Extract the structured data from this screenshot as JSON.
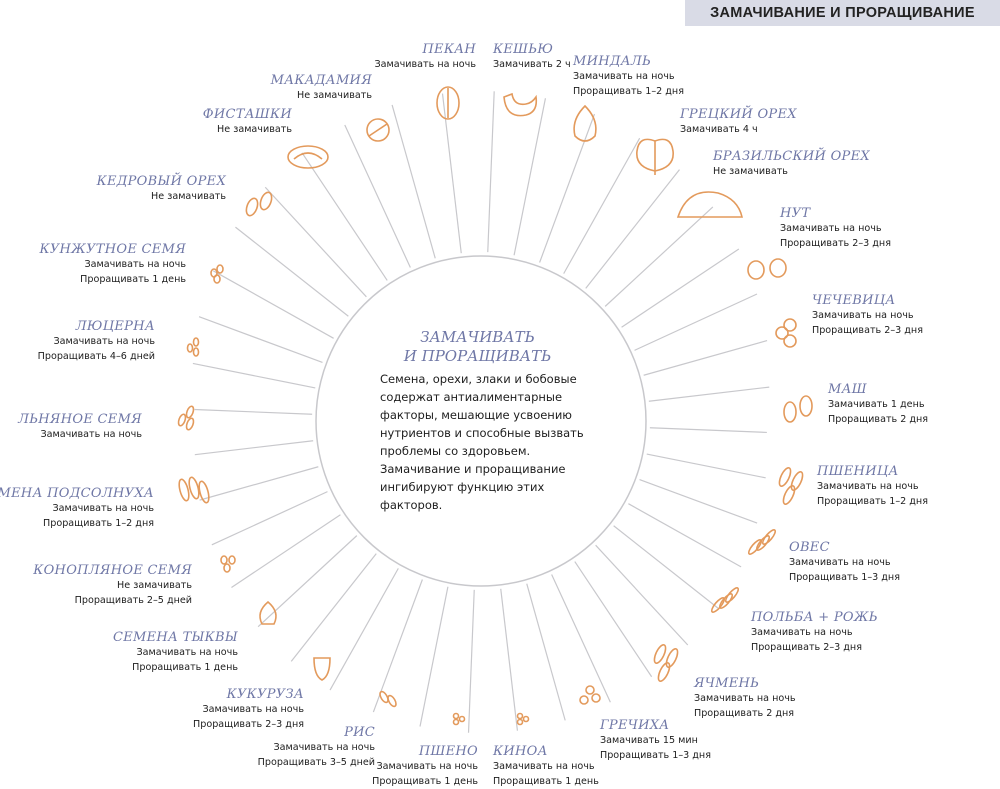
{
  "header": {
    "title": "ЗАМАЧИВАНИЕ И ПРОРАЩИВАНИЕ"
  },
  "center": {
    "title_line1": "ЗАМАЧИВАТЬ",
    "title_line2": "И ПРОРАЩИВАТЬ",
    "body": "Семена, орехи, злаки и бобовые содержат антиалиментарные факторы, мешающие усвоению нутриентов и способные вызвать проблемы со здоровьем. Замачивание и проращивание ингибируют функцию этих факторов."
  },
  "colors": {
    "title": "#6f77a6",
    "icon": "#e39a5c",
    "header_bg": "#d9dbe6",
    "spoke": "#c8c8cc"
  },
  "items": [
    {
      "name": "ПЕКАН",
      "lines": [
        "Замачивать на ночь"
      ],
      "icon": "pecan-icon"
    },
    {
      "name": "КЕШЬЮ",
      "lines": [
        "Замачивать 2 ч"
      ],
      "icon": "cashew-icon"
    },
    {
      "name": "МИНДАЛЬ",
      "lines": [
        "Замачивать на ночь",
        "Проращивать 1–2 дня"
      ],
      "icon": "almond-icon"
    },
    {
      "name": "ГРЕЦКИЙ ОРЕХ",
      "lines": [
        "Замачивать 4 ч"
      ],
      "icon": "walnut-icon"
    },
    {
      "name": "БРАЗИЛЬСКИЙ ОРЕХ",
      "lines": [
        "Не замачивать"
      ],
      "icon": "brazil-nut-icon"
    },
    {
      "name": "НУТ",
      "lines": [
        "Замачивать на ночь",
        "Проращивать 2–3 дня"
      ],
      "icon": "chickpea-icon"
    },
    {
      "name": "ЧЕЧЕВИЦА",
      "lines": [
        "Замачивать на ночь",
        "Проращивать 2–3 дня"
      ],
      "icon": "lentil-icon"
    },
    {
      "name": "МАШ",
      "lines": [
        "Замачивать 1 день",
        "Проращивать 2 дня"
      ],
      "icon": "mung-bean-icon"
    },
    {
      "name": "ПШЕНИЦА",
      "lines": [
        "Замачивать на ночь",
        "Проращивать 1–2 дня"
      ],
      "icon": "wheat-icon"
    },
    {
      "name": "ОВЕС",
      "lines": [
        "Замачивать на ночь",
        "Проращивать 1–3 дня"
      ],
      "icon": "oat-icon"
    },
    {
      "name": "ПОЛЬБА + РОЖЬ",
      "lines": [
        "Замачивать на ночь",
        "Проращивать 2–3 дня"
      ],
      "icon": "spelt-rye-icon"
    },
    {
      "name": "ЯЧМЕНЬ",
      "lines": [
        "Замачивать на ночь",
        "Проращивать 2 дня"
      ],
      "icon": "barley-icon"
    },
    {
      "name": "ГРЕЧИХА",
      "lines": [
        "Замачивать 15 мин",
        "Проращивать 1–3 дня"
      ],
      "icon": "buckwheat-icon"
    },
    {
      "name": "КИНОА",
      "lines": [
        "Замачивать на ночь",
        "Проращивать 1 день"
      ],
      "icon": "quinoa-icon"
    },
    {
      "name": "ПШЕНО",
      "lines": [
        "Замачивать на ночь",
        "Проращивать 1 день"
      ],
      "icon": "millet-icon"
    },
    {
      "name": "РИС",
      "lines": [
        "Замачивать на ночь",
        "Проращивать 3–5 дней"
      ],
      "icon": "rice-icon"
    },
    {
      "name": "КУКУРУЗА",
      "lines": [
        "Замачивать на ночь",
        "Проращивать 2–3 дня"
      ],
      "icon": "corn-icon"
    },
    {
      "name": "СЕМЕНА ТЫКВЫ",
      "lines": [
        "Замачивать на ночь",
        "Проращивать 1 день"
      ],
      "icon": "pumpkin-seed-icon"
    },
    {
      "name": "КОНОПЛЯНОЕ СЕМЯ",
      "lines": [
        "Не замачивать",
        "Проращивать 2–5 дней"
      ],
      "icon": "hemp-seed-icon"
    },
    {
      "name": "СЕМЕНА ПОДСОЛНУХА",
      "lines": [
        "Замачивать на ночь",
        "Проращивать 1–2 дня"
      ],
      "icon": "sunflower-seed-icon"
    },
    {
      "name": "ЛЬНЯНОЕ СЕМЯ",
      "lines": [
        "Замачивать на ночь"
      ],
      "icon": "flax-seed-icon"
    },
    {
      "name": "ЛЮЦЕРНА",
      "lines": [
        "Замачивать на ночь",
        "Проращивать 4–6 дней"
      ],
      "icon": "alfalfa-icon"
    },
    {
      "name": "КУНЖУТНОЕ СЕМЯ",
      "lines": [
        "Замачивать на ночь",
        "Проращивать 1 день"
      ],
      "icon": "sesame-icon"
    },
    {
      "name": "КЕДРОВЫЙ ОРЕХ",
      "lines": [
        "Не замачивать"
      ],
      "icon": "pine-nut-icon"
    },
    {
      "name": "ФИСТАШКИ",
      "lines": [
        "Не замачивать"
      ],
      "icon": "pistachio-icon"
    },
    {
      "name": "МАКАДАМИЯ",
      "lines": [
        "Не замачивать"
      ],
      "icon": "macadamia-icon"
    }
  ]
}
